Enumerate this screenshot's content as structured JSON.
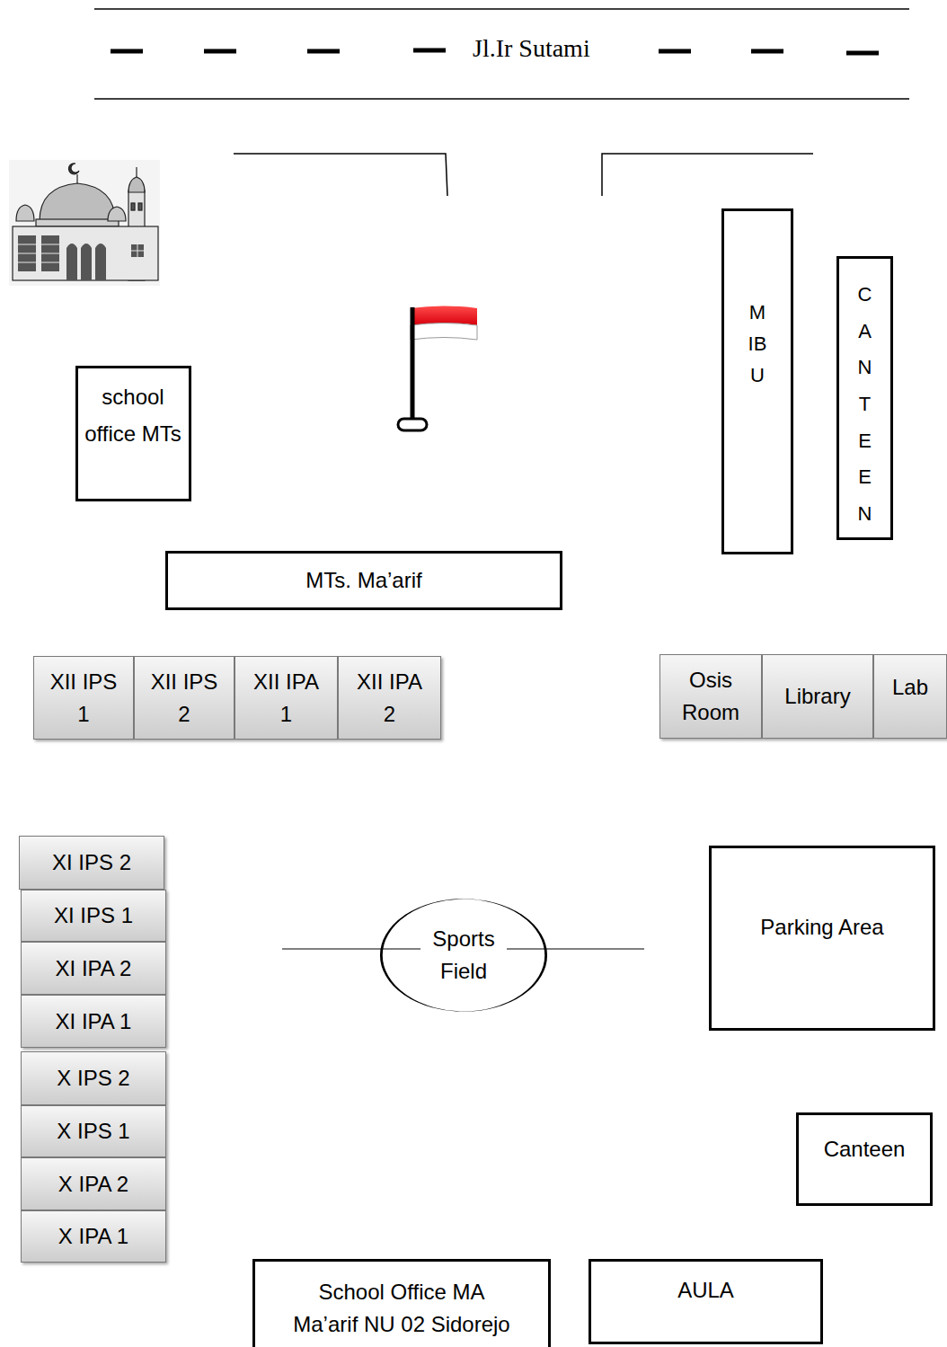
{
  "diagram": {
    "nodes": [
      {
        "text": [
          "MIBU"
        ]
      },
      {
        "text": [
          "CANTEEN"
        ]
      },
      {
        "text": [
          "school office MTs"
        ]
      },
      {
        "text": [
          "MTs. Ma’arif"
        ]
      },
      {
        "text": [
          "XII IPS 1"
        ]
      },
      {
        "text": [
          "XII IPS 2"
        ]
      },
      {
        "text": [
          "XII IPA 1"
        ]
      },
      {
        "text": [
          "XII IPA 2"
        ]
      },
      {
        "text": [
          "Osis Room"
        ]
      },
      {
        "text": [
          "Library"
        ]
      },
      {
        "text": [
          "Lab"
        ]
      },
      {
        "text": [
          "XI IPS 2"
        ]
      },
      {
        "text": [
          "XI IPS 1"
        ]
      },
      {
        "text": [
          "XI IPA 2"
        ]
      },
      {
        "text": [
          "XI IPA 1"
        ]
      },
      {
        "text": [
          "X IPS 2"
        ]
      },
      {
        "text": [
          "X IPS 1"
        ]
      },
      {
        "text": [
          "X IPA 2"
        ]
      },
      {
        "text": [
          "X IPA 1"
        ]
      },
      {
        "text": [
          "Parking Area"
        ]
      },
      {
        "text": [
          "Sports Field"
        ]
      },
      {
        "text": [
          "Canteen"
        ]
      },
      {
        "text": [
          "School Office MA Ma’arif NU 02 Sidorejo"
        ]
      },
      {
        "text": [
          "AULA"
        ]
      }
    ],
    "labels": [
      "Jl.Ir Sutami"
    ]
  }
}
